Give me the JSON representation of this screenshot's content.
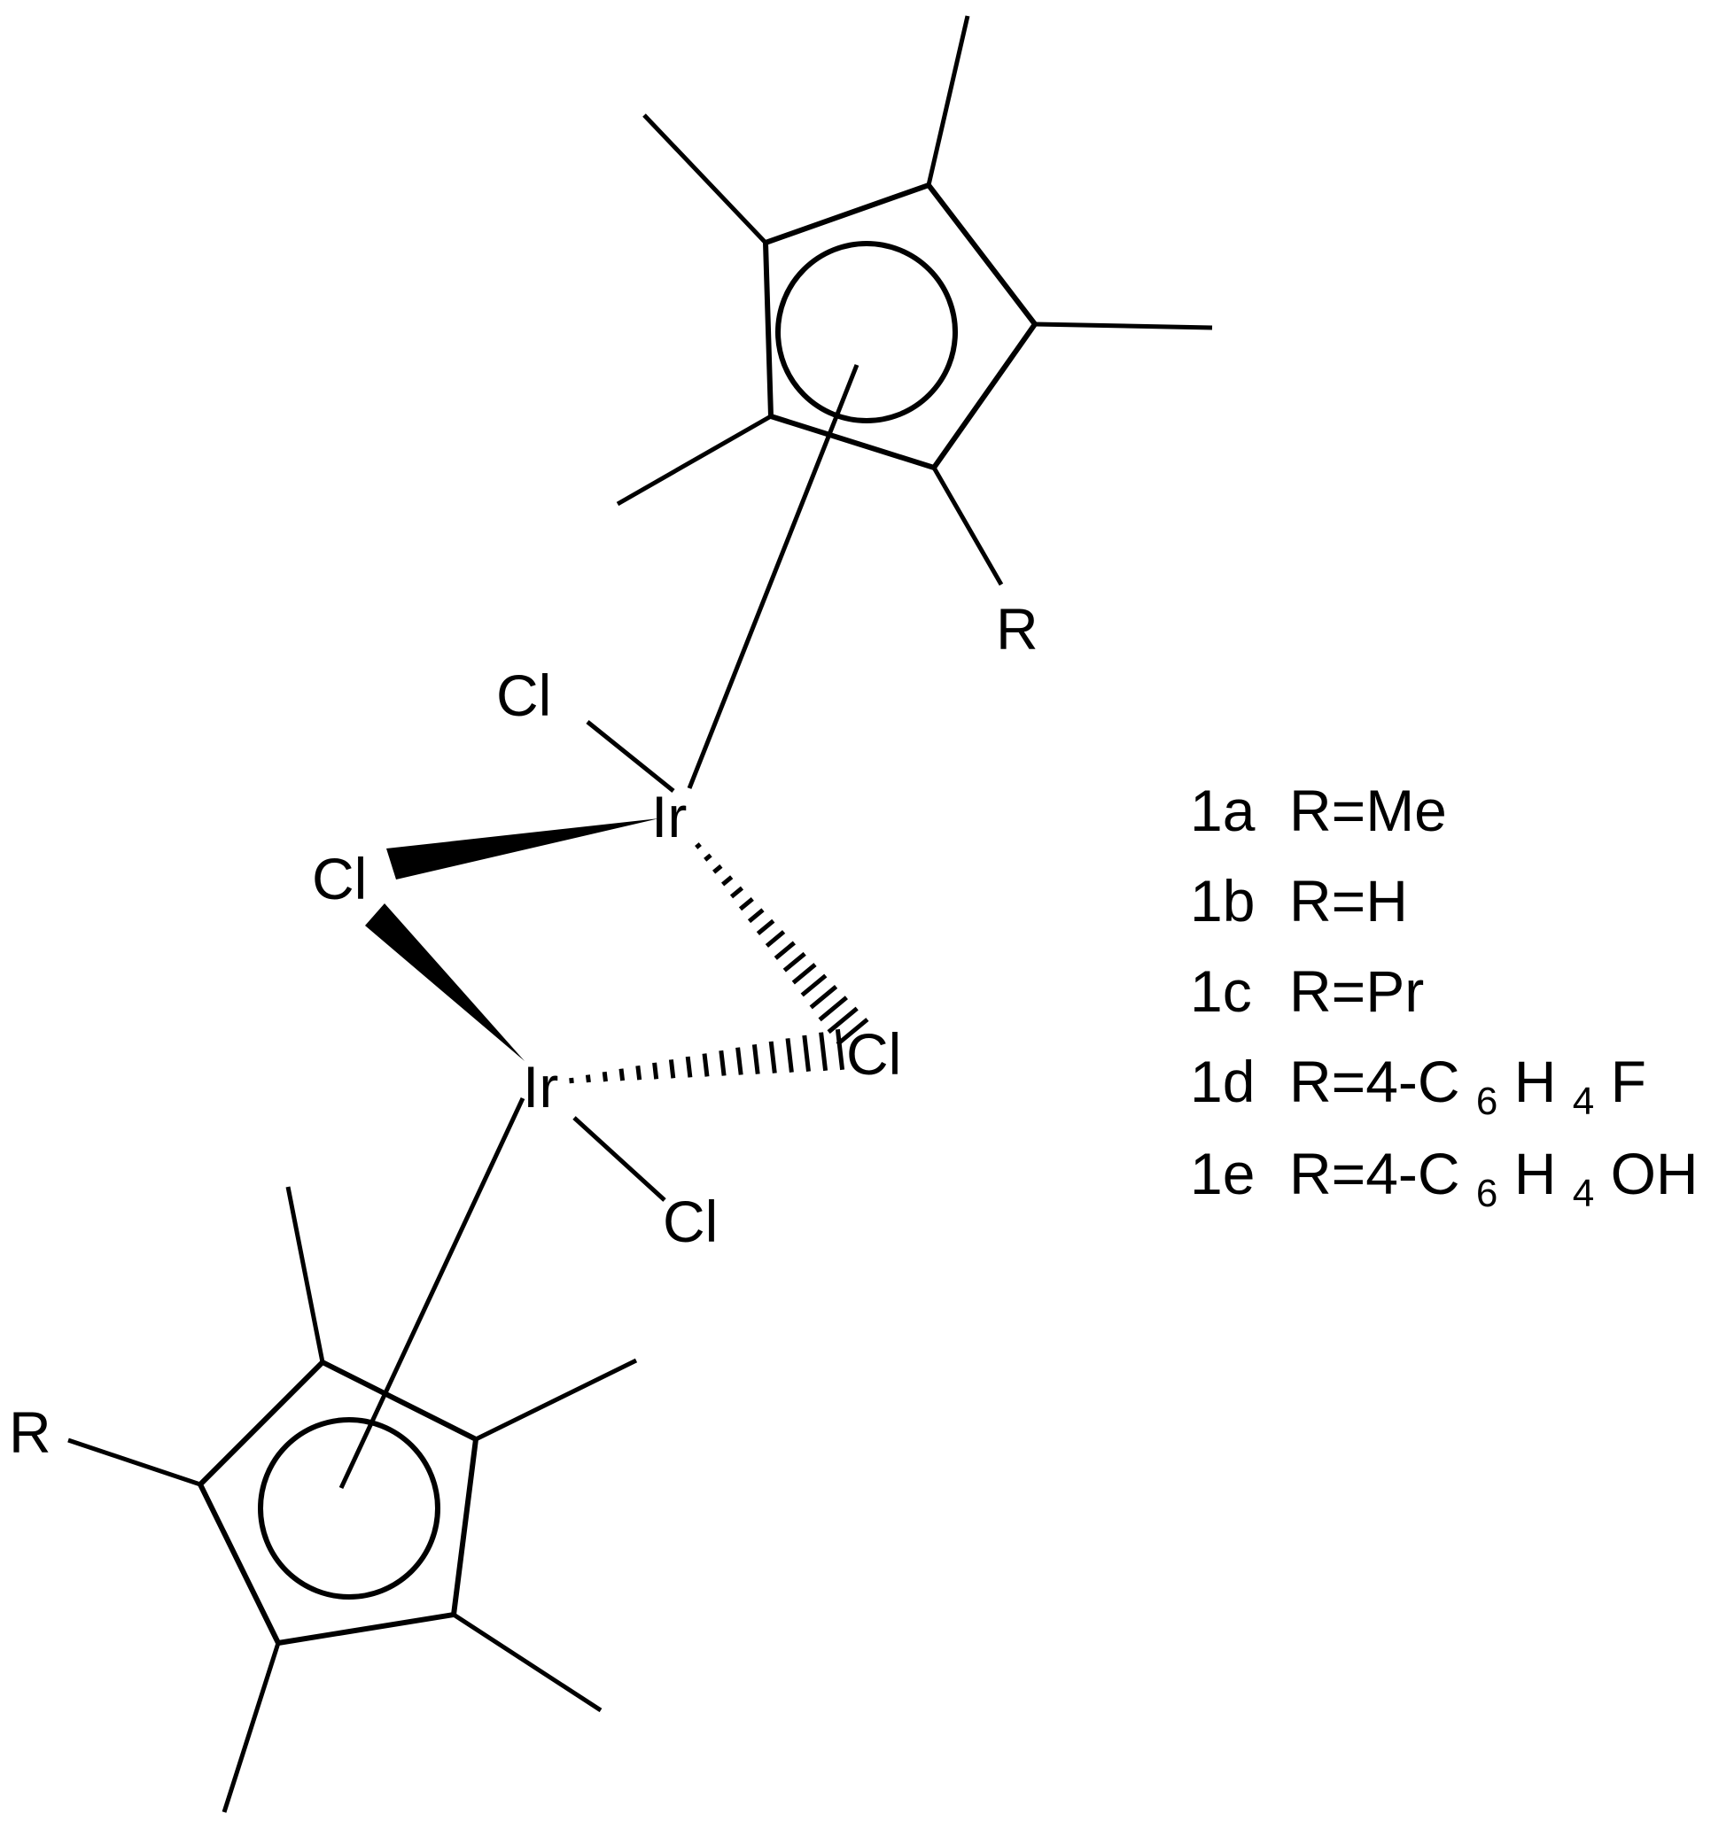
{
  "atoms": {
    "ir_top": "Ir",
    "ir_bottom": "Ir",
    "cl_terminal_top": "Cl",
    "cl_bridge_left": "Cl",
    "cl_bridge_right": "Cl",
    "cl_terminal_bottom": "Cl",
    "r_top": "R",
    "r_bottom": "R"
  },
  "legend": [
    {
      "id": "1a",
      "label": "1a",
      "r": "R=Me",
      "sub1": "",
      "mid": "",
      "sub2": "",
      "tail": ""
    },
    {
      "id": "1b",
      "label": "1b",
      "r": "R=H",
      "sub1": "",
      "mid": "",
      "sub2": "",
      "tail": ""
    },
    {
      "id": "1c",
      "label": "1c",
      "r": "R=Pr",
      "sub1": "",
      "mid": "",
      "sub2": "",
      "tail": ""
    },
    {
      "id": "1d",
      "label": "1d",
      "r": "R=4-C",
      "sub1": "6",
      "mid": "H",
      "sub2": "4",
      "tail": "F"
    },
    {
      "id": "1e",
      "label": "1e",
      "r": "R=4-C",
      "sub1": "6",
      "mid": "H",
      "sub2": "4",
      "tail": "OH"
    }
  ]
}
